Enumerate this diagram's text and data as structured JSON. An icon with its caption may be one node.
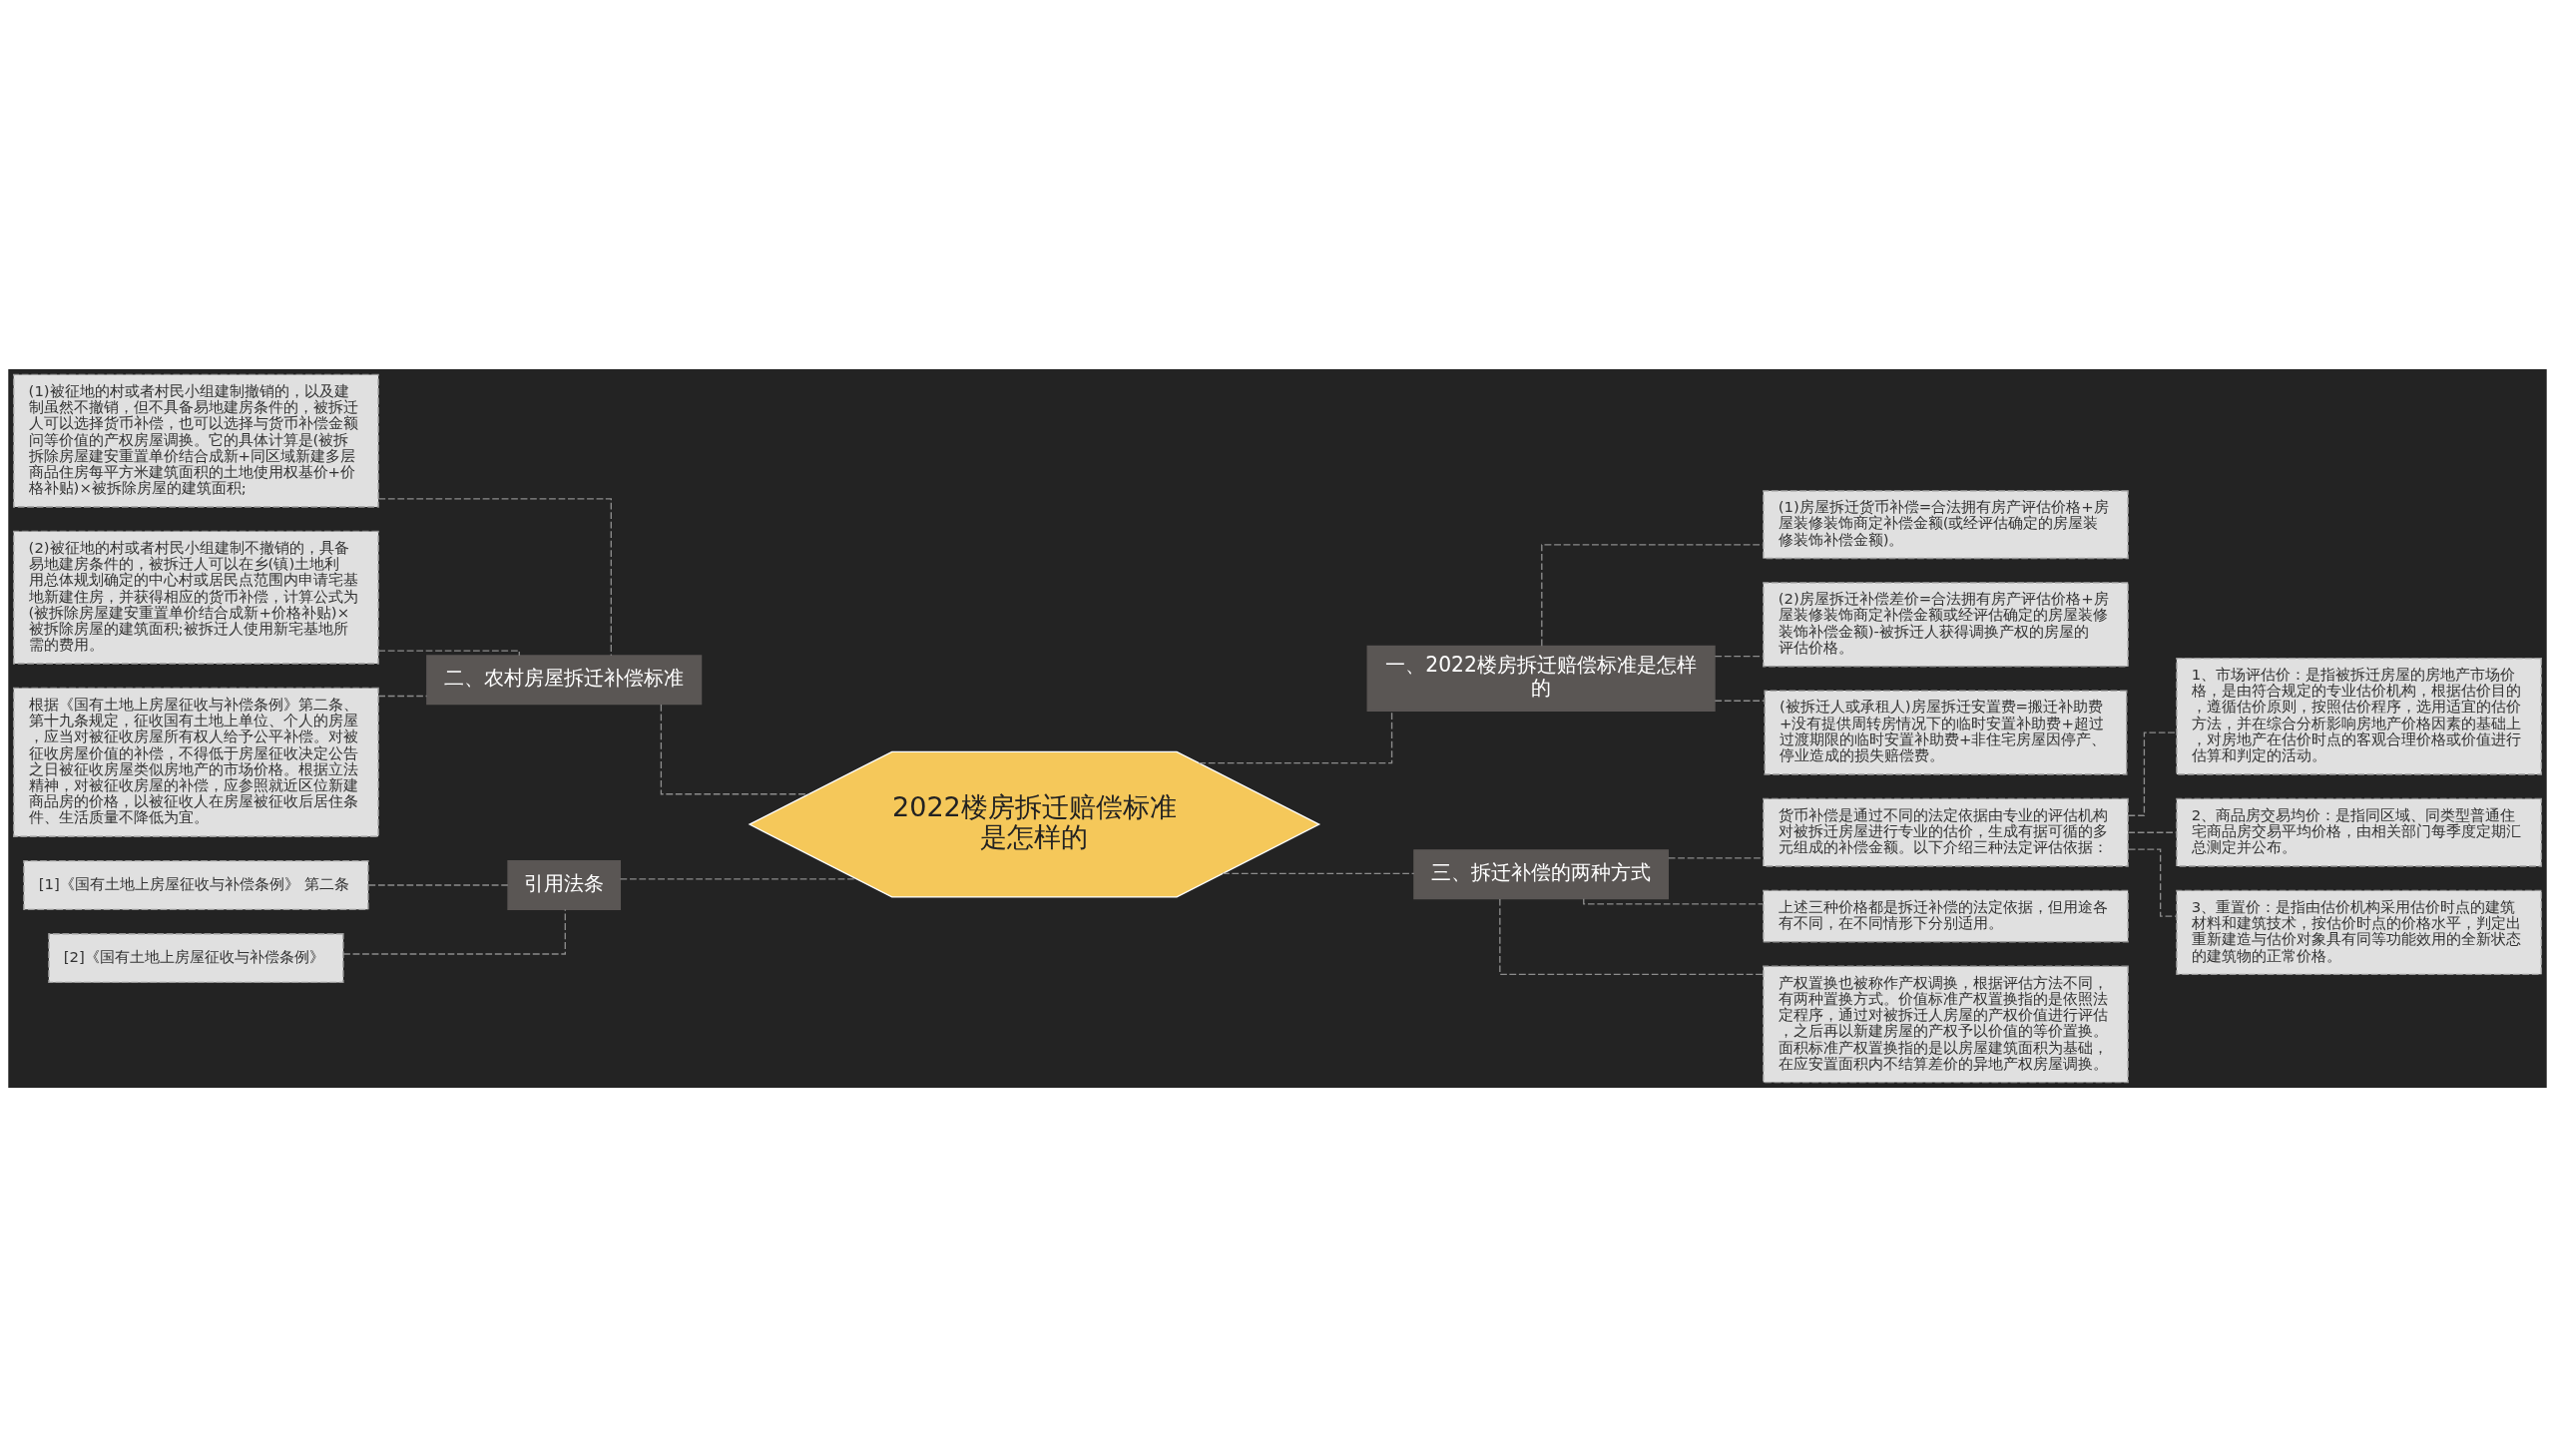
{
  "diagram": {
    "nodes": [
      {
        "text": [
          "2022楼房拆迁赔偿标准是怎样的"
        ]
      },
      {
        "text": [
          "一、2022楼房拆迁赔偿标准是怎样的"
        ]
      },
      {
        "text": [
          "(1)房屋拆迁货币补偿=合法拥有房产评估价格+房屋装修装饰商定补偿金额(或经评估确定的房屋装修装饰补偿金额)。"
        ]
      },
      {
        "text": [
          "(2)房屋拆迁补偿差价=合法拥有房产评估价格+房屋装修装饰商定补偿金额或经评估确定的房屋装修装饰补偿金额)-被拆迁人获得调换产权的房屋的评估价格。"
        ]
      },
      {
        "text": [
          "(被拆迁人或承租人)房屋拆迁安置费=搬迁补助费+没有提供周转房情况下的临时安置补助费+超过过渡期限的临时安置补助费+非住宅房屋因停产、停业造成的损失赔偿费。"
        ]
      },
      {
        "text": [
          "三、拆迁补偿的两种方式"
        ]
      },
      {
        "text": [
          "货币补偿是通过不同的法定依据由专业的评估机构对被拆迁房屋进行专业的估价，生成有据可循的多元组成的补偿金额。以下介绍三种法定评估依据："
        ]
      },
      {
        "text": [
          "1、市场评估价：是指被拆迁房屋的房地产市场价格，是由符合规定的专业估价机构，根据估价目的，遵循估价原则，按照估价程序，选用适宜的估价方法，并在综合分析影响房地产价格因素的基础上，对房地产在估价时点的客观合理价格或价值进行估算和判定的活动。"
        ]
      },
      {
        "text": [
          "2、商品房交易均价：是指同区域、同类型普通住宅商品房交易平均价格，由相关部门每季度定期汇总测定并公布。"
        ]
      },
      {
        "text": [
          "3、重置价：是指由估价机构采用估价时点的建筑材料和建筑技术，按估价时点的价格水平，判定出重新建造与估价对象具有同等功能效用的全新状态的建筑物的正常价格。"
        ]
      },
      {
        "text": [
          "上述三种价格都是拆迁补偿的法定依据，但用途各有不同，在不同情形下分别适用。"
        ]
      },
      {
        "text": [
          "产权置换也被称作产权调换，根据评估方法不同，有两种置换方式。价值标准产权置换指的是依照法定程序，通过对被拆迁人房屋的产权价值进行评估，之后再以新建房屋的产权予以价值的等价置换。面积标准产权置换指的是以房屋建筑面积为基础，在应安置面积内不结算差价的异地产权房屋调换。"
        ]
      },
      {
        "text": [
          "二、农村房屋拆迁补偿标准"
        ]
      },
      {
        "text": [
          "(1)被征地的村或者村民小组建制撤销的，以及建制虽然不撤销，但不具备易地建房条件的，被拆迁人可以选择货币补偿，也可以选择与货币补偿金额问等价值的产权房屋调换。它的具体计算是(被拆拆除房屋建安重置单价结合成新+同区域新建多层商品住房每平方米建筑面积的土地使用权基价+价格补贴)×被拆除房屋的建筑面积;"
        ]
      },
      {
        "text": [
          "(2)被征地的村或者村民小组建制不撤销的，具备易地建房条件的，被拆迁人可以在乡(镇)土地利用总体规划确定的中心村或居民点范围内申请宅基地新建住房，并获得相应的货币补偿，计算公式为(被拆除房屋建安重置单价结合成新+价格补贴)×被拆除房屋的建筑面积;被拆迁人使用新宅基地所需的费用。"
        ]
      },
      {
        "text": [
          "根据《国有土地上房屋征收与补偿条例》第二条、第十九条规定，征收国有土地上单位、个人的房屋，应当对被征收房屋所有权人给予公平补偿。对被征收房屋价值的补偿，不得低于房屋征收决定公告之日被征收房屋类似房地产的市场价格。根据立法精神，对被征收房屋的补偿，应参照就近区位新建商品房的价格，以被征收人在房屋被征收后居住条件、生活质量不降低为宜。"
        ]
      },
      {
        "text": [
          "引用法条"
        ]
      },
      {
        "text": [
          "[1]《国有土地上房屋征收与补偿条例》 第二条"
        ]
      },
      {
        "text": [
          "[2]《国有土地上房屋征收与补偿条例》"
        ]
      }
    ],
    "edges": [
      {
        "from": 0,
        "to": 1,
        "arrow": "none"
      },
      {
        "from": 1,
        "to": 2,
        "arrow": "none"
      },
      {
        "from": 1,
        "to": 3,
        "arrow": "none"
      },
      {
        "from": 1,
        "to": 4,
        "arrow": "none"
      },
      {
        "from": 0,
        "to": 5,
        "arrow": "none"
      },
      {
        "from": 5,
        "to": 6,
        "arrow": "none"
      },
      {
        "from": 6,
        "to": 7,
        "arrow": "none"
      },
      {
        "from": 6,
        "to": 8,
        "arrow": "none"
      },
      {
        "from": 6,
        "to": 9,
        "arrow": "none"
      },
      {
        "from": 5,
        "to": 10,
        "arrow": "none"
      },
      {
        "from": 5,
        "to": 11,
        "arrow": "none"
      },
      {
        "from": 0,
        "to": 12,
        "arrow": "none"
      },
      {
        "from": 12,
        "to": 13,
        "arrow": "none"
      },
      {
        "from": 12,
        "to": 14,
        "arrow": "none"
      },
      {
        "from": 12,
        "to": 15,
        "arrow": "none"
      },
      {
        "from": 0,
        "to": 16,
        "arrow": "none"
      },
      {
        "from": 16,
        "to": 17,
        "arrow": "none"
      },
      {
        "from": 16,
        "to": 18,
        "arrow": "none"
      }
    ]
  }
}
